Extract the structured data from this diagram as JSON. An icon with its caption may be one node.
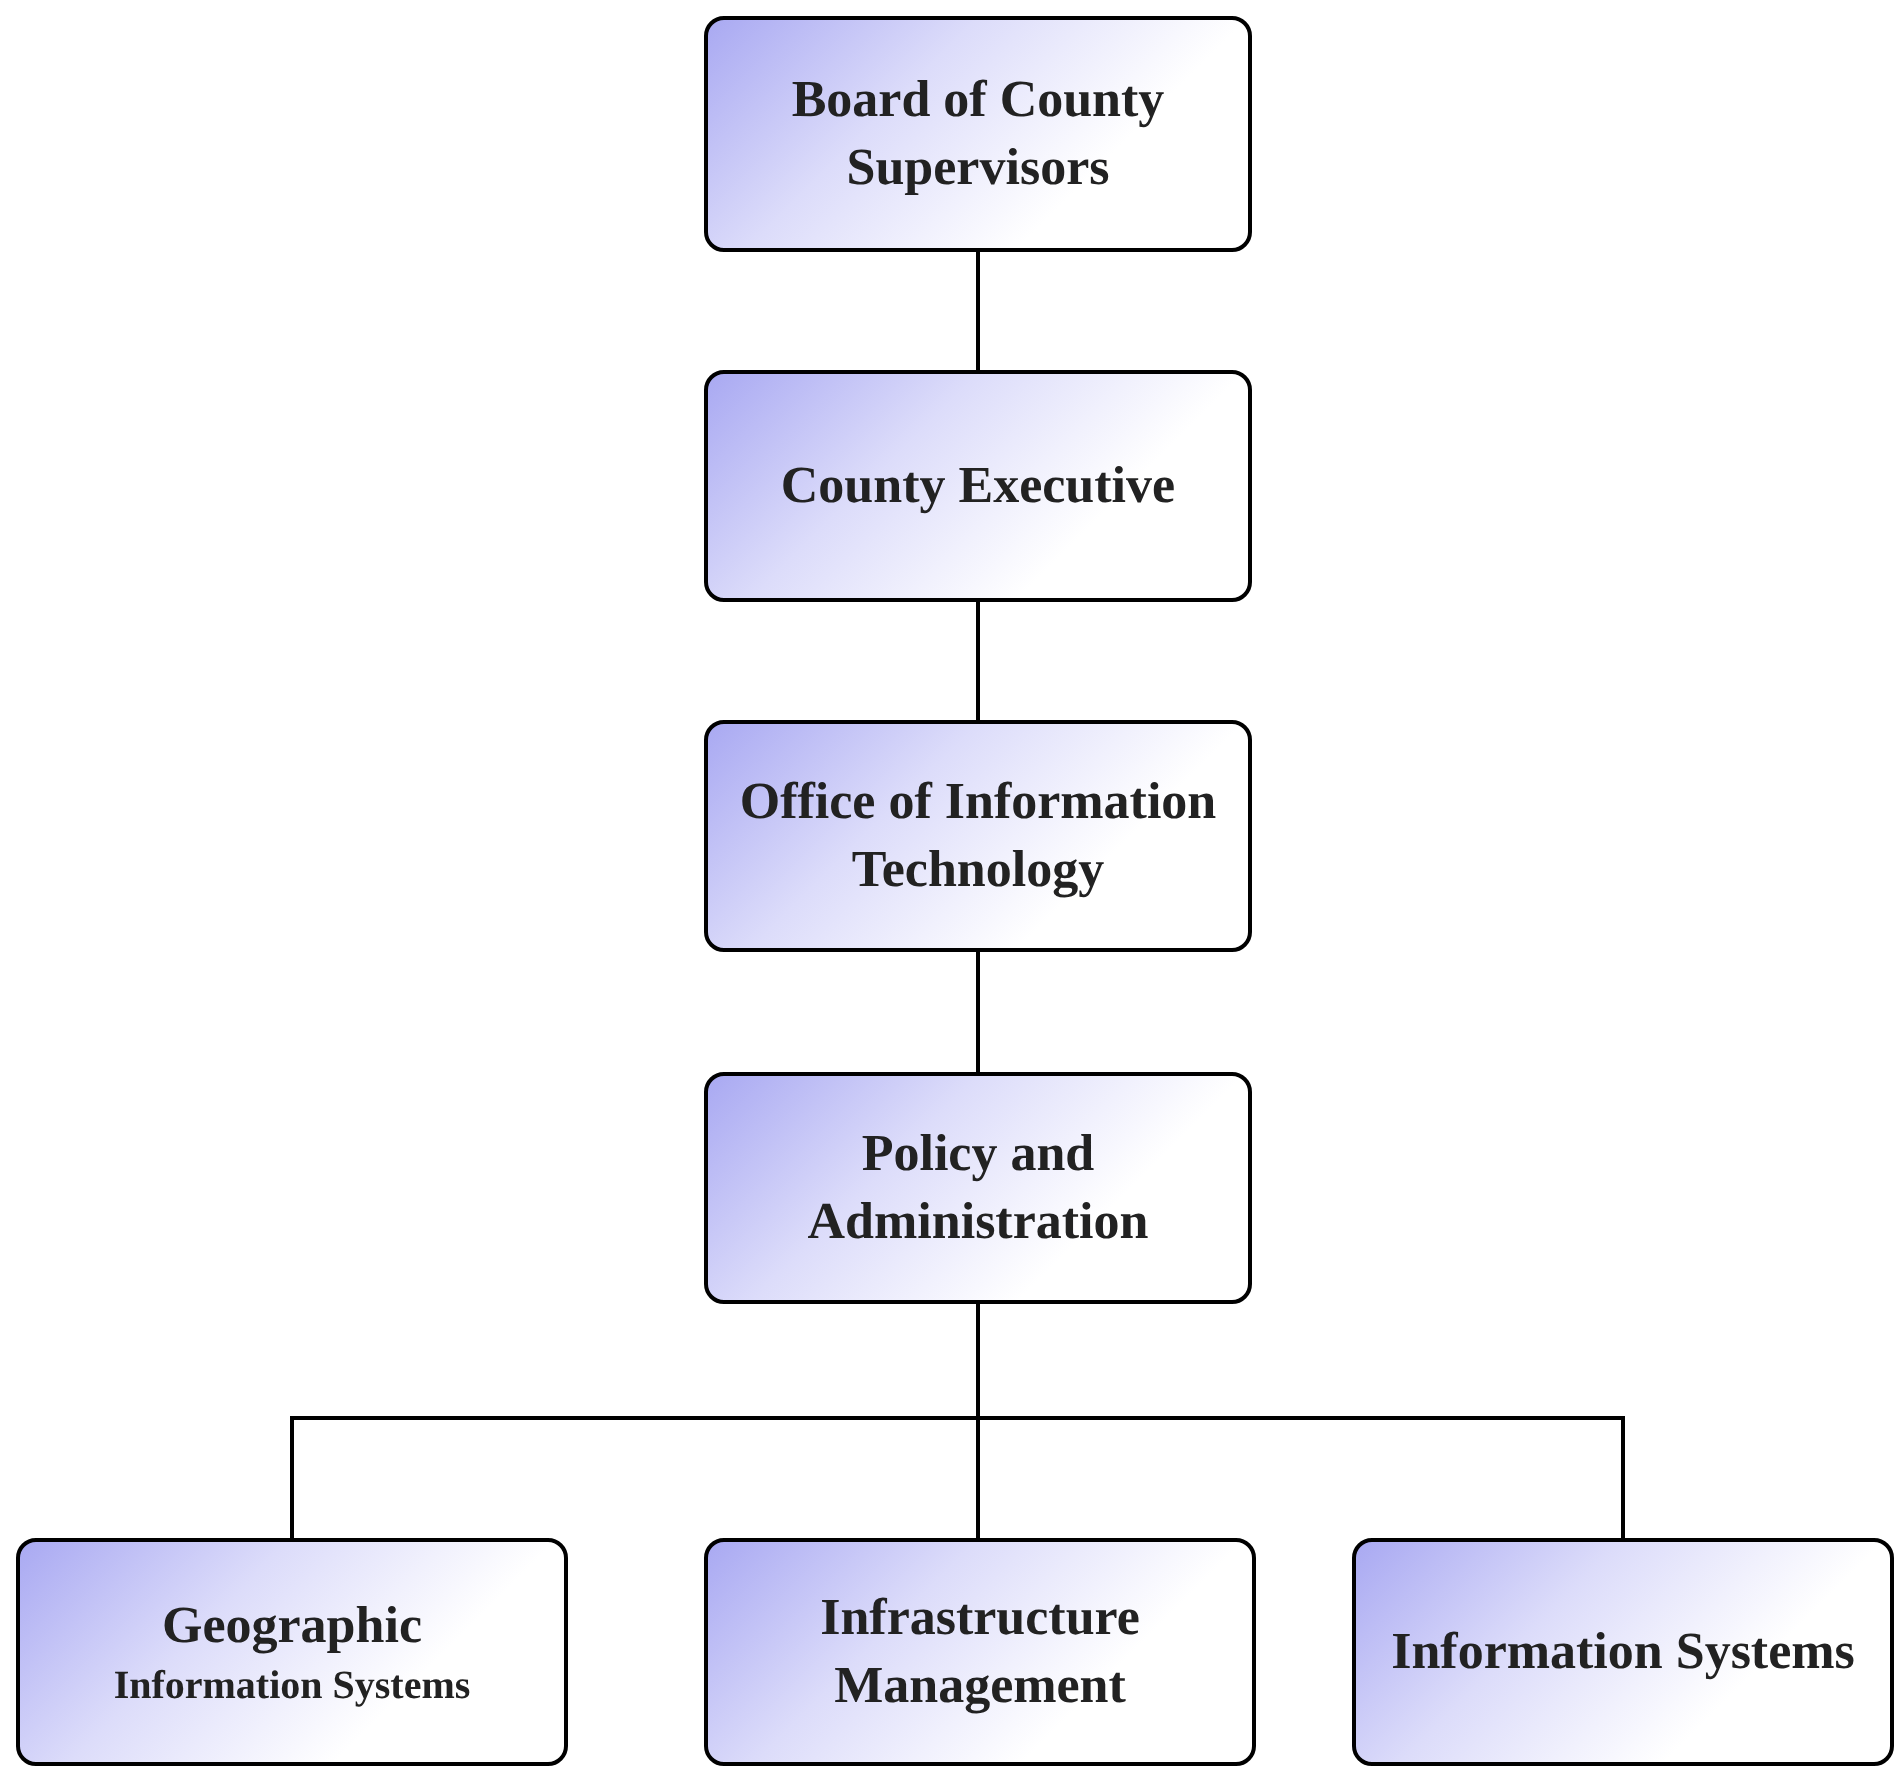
{
  "diagram": {
    "nodes": [
      {
        "text": [
          "Board of County Supervisors"
        ]
      },
      {
        "text": [
          "County Executive"
        ]
      },
      {
        "text": [
          "Office of Information Technology"
        ]
      },
      {
        "text": [
          "Policy and Administration"
        ]
      },
      {
        "text": [
          "Geographic",
          "Information Systems"
        ]
      },
      {
        "text": [
          "Infrastructure Management"
        ]
      },
      {
        "text": [
          "Information Systems"
        ]
      }
    ],
    "edges": [
      {
        "from": 0,
        "to": 1,
        "arrow": "none"
      },
      {
        "from": 1,
        "to": 2,
        "arrow": "none"
      },
      {
        "from": 2,
        "to": 3,
        "arrow": "none"
      },
      {
        "from": 3,
        "to": 4,
        "arrow": "none"
      },
      {
        "from": 3,
        "to": 5,
        "arrow": "none"
      },
      {
        "from": 3,
        "to": 6,
        "arrow": "none"
      }
    ]
  }
}
